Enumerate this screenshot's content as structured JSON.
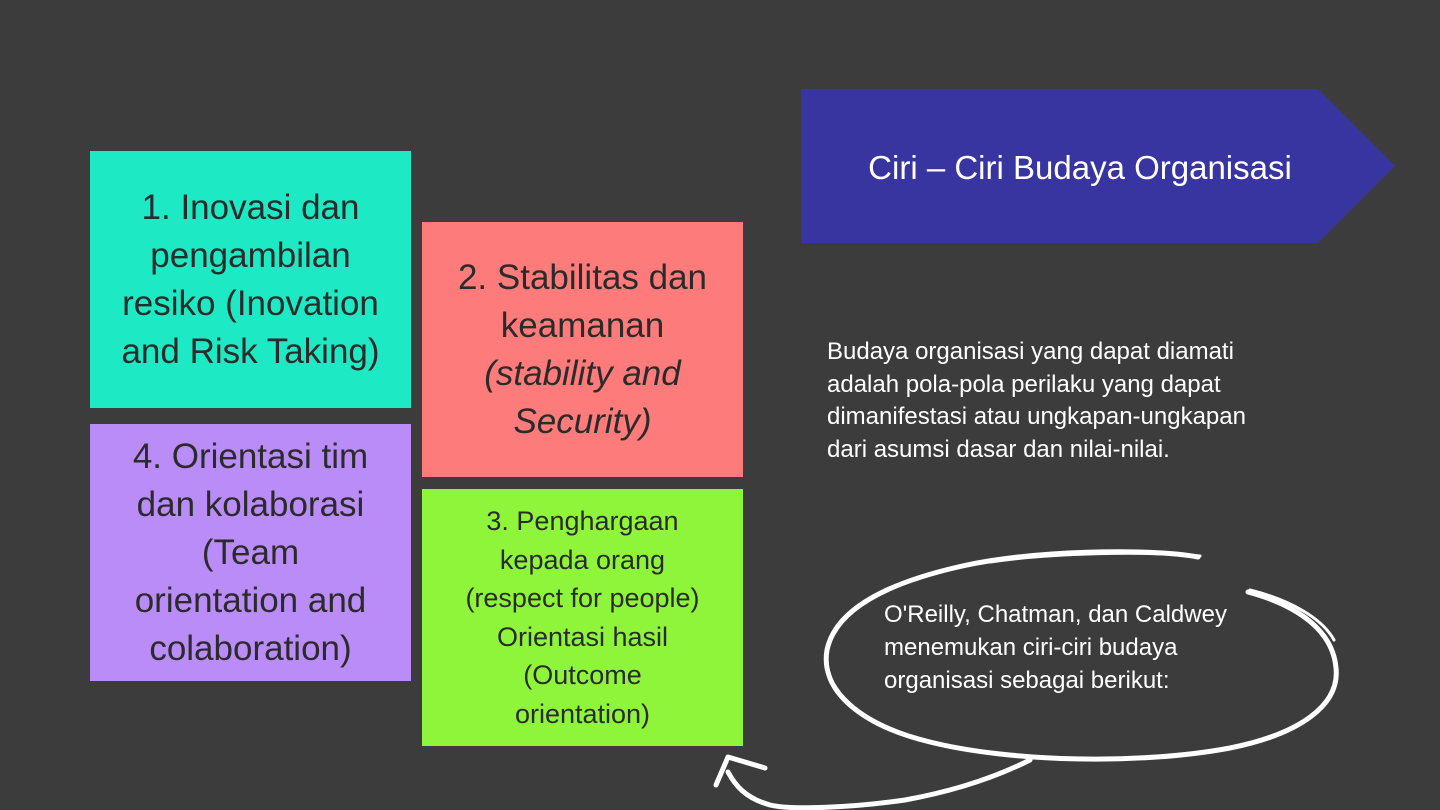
{
  "slide": {
    "banner": {
      "title": "Ciri – Ciri Budaya Organisasi",
      "color": "#3835a0"
    },
    "boxes": [
      {
        "id": "box-1",
        "color": "#1de9c4",
        "lines": [
          "1. Inovasi dan",
          "pengambilan",
          "resiko (Inovation",
          "and Risk Taking)"
        ]
      },
      {
        "id": "box-2",
        "color": "#fd7b7b",
        "lines": [
          "2. Stabilitas dan",
          "keamanan"
        ],
        "italic_lines": [
          "(stability and",
          "Security)"
        ]
      },
      {
        "id": "box-3",
        "color": "#8ff53b",
        "lines": [
          "3. Penghargaan",
          "kepada orang",
          "(respect for people)",
          "Orientasi hasil",
          "(Outcome",
          "orientation)"
        ]
      },
      {
        "id": "box-4",
        "color": "#b98cf8",
        "lines": [
          "4. Orientasi tim",
          "dan kolaborasi",
          "(Team",
          "orientation and",
          "colaboration)"
        ]
      }
    ],
    "description": [
      "Budaya organisasi yang dapat diamati",
      "adalah pola-pola perilaku yang dapat",
      "dimanifestasi atau ungkapan-ungkapan",
      "dari asumsi dasar dan nilai-nilai."
    ],
    "callout": [
      "O'Reilly, Chatman, dan Caldwey",
      "menemukan ciri-ciri budaya",
      "organisasi sebagai berikut:"
    ]
  }
}
